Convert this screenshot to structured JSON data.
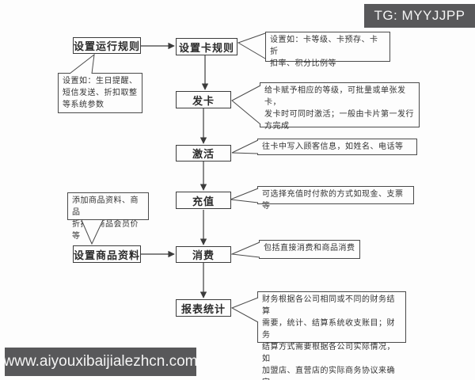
{
  "banners": {
    "top_right": "TG: MYYJJPP",
    "bottom_left": "www.aiyouxibaijialezhcn.com"
  },
  "flow": {
    "set_run_rules": "设置运行规则",
    "set_card_rules": "设置卡规则",
    "issue_card": "发卡",
    "activate": "激活",
    "recharge": "充值",
    "consume": "消费",
    "set_product_data": "设置商品资料",
    "report_stats": "报表统计"
  },
  "notes": {
    "run_rules_note": "设置如：生日提醒、\n短信发送、折扣取整\n等系统参数",
    "card_rules_note": "设置如：卡等级、卡预存、卡折\n扣率、积分比例等",
    "issue_card_note": "给卡赋予相应的等级，可批量或单张发卡，\n发卡时可同时激活；一般由卡片第一发行\n方完成",
    "activate_note": "往卡中写入顾客信息，如姓名、电话等",
    "recharge_note": "可选择充值时付款的方式如现金、支票等",
    "consume_note": "包括直接消费和商品消费",
    "product_note": "添加商品资料、商品\n折扣、商品会员价等",
    "report_note": "财务根据各公司相同或不同的财务结算\n需要，统计、结算系统收支账目；财务\n结算方式需要根据各公司实际情况，如\n加盟店、直营店的实际商务协议来确定"
  },
  "colors": {
    "banner_bg": "#58585a",
    "line": "#3c3c3c",
    "background": "#fdfdfd"
  }
}
